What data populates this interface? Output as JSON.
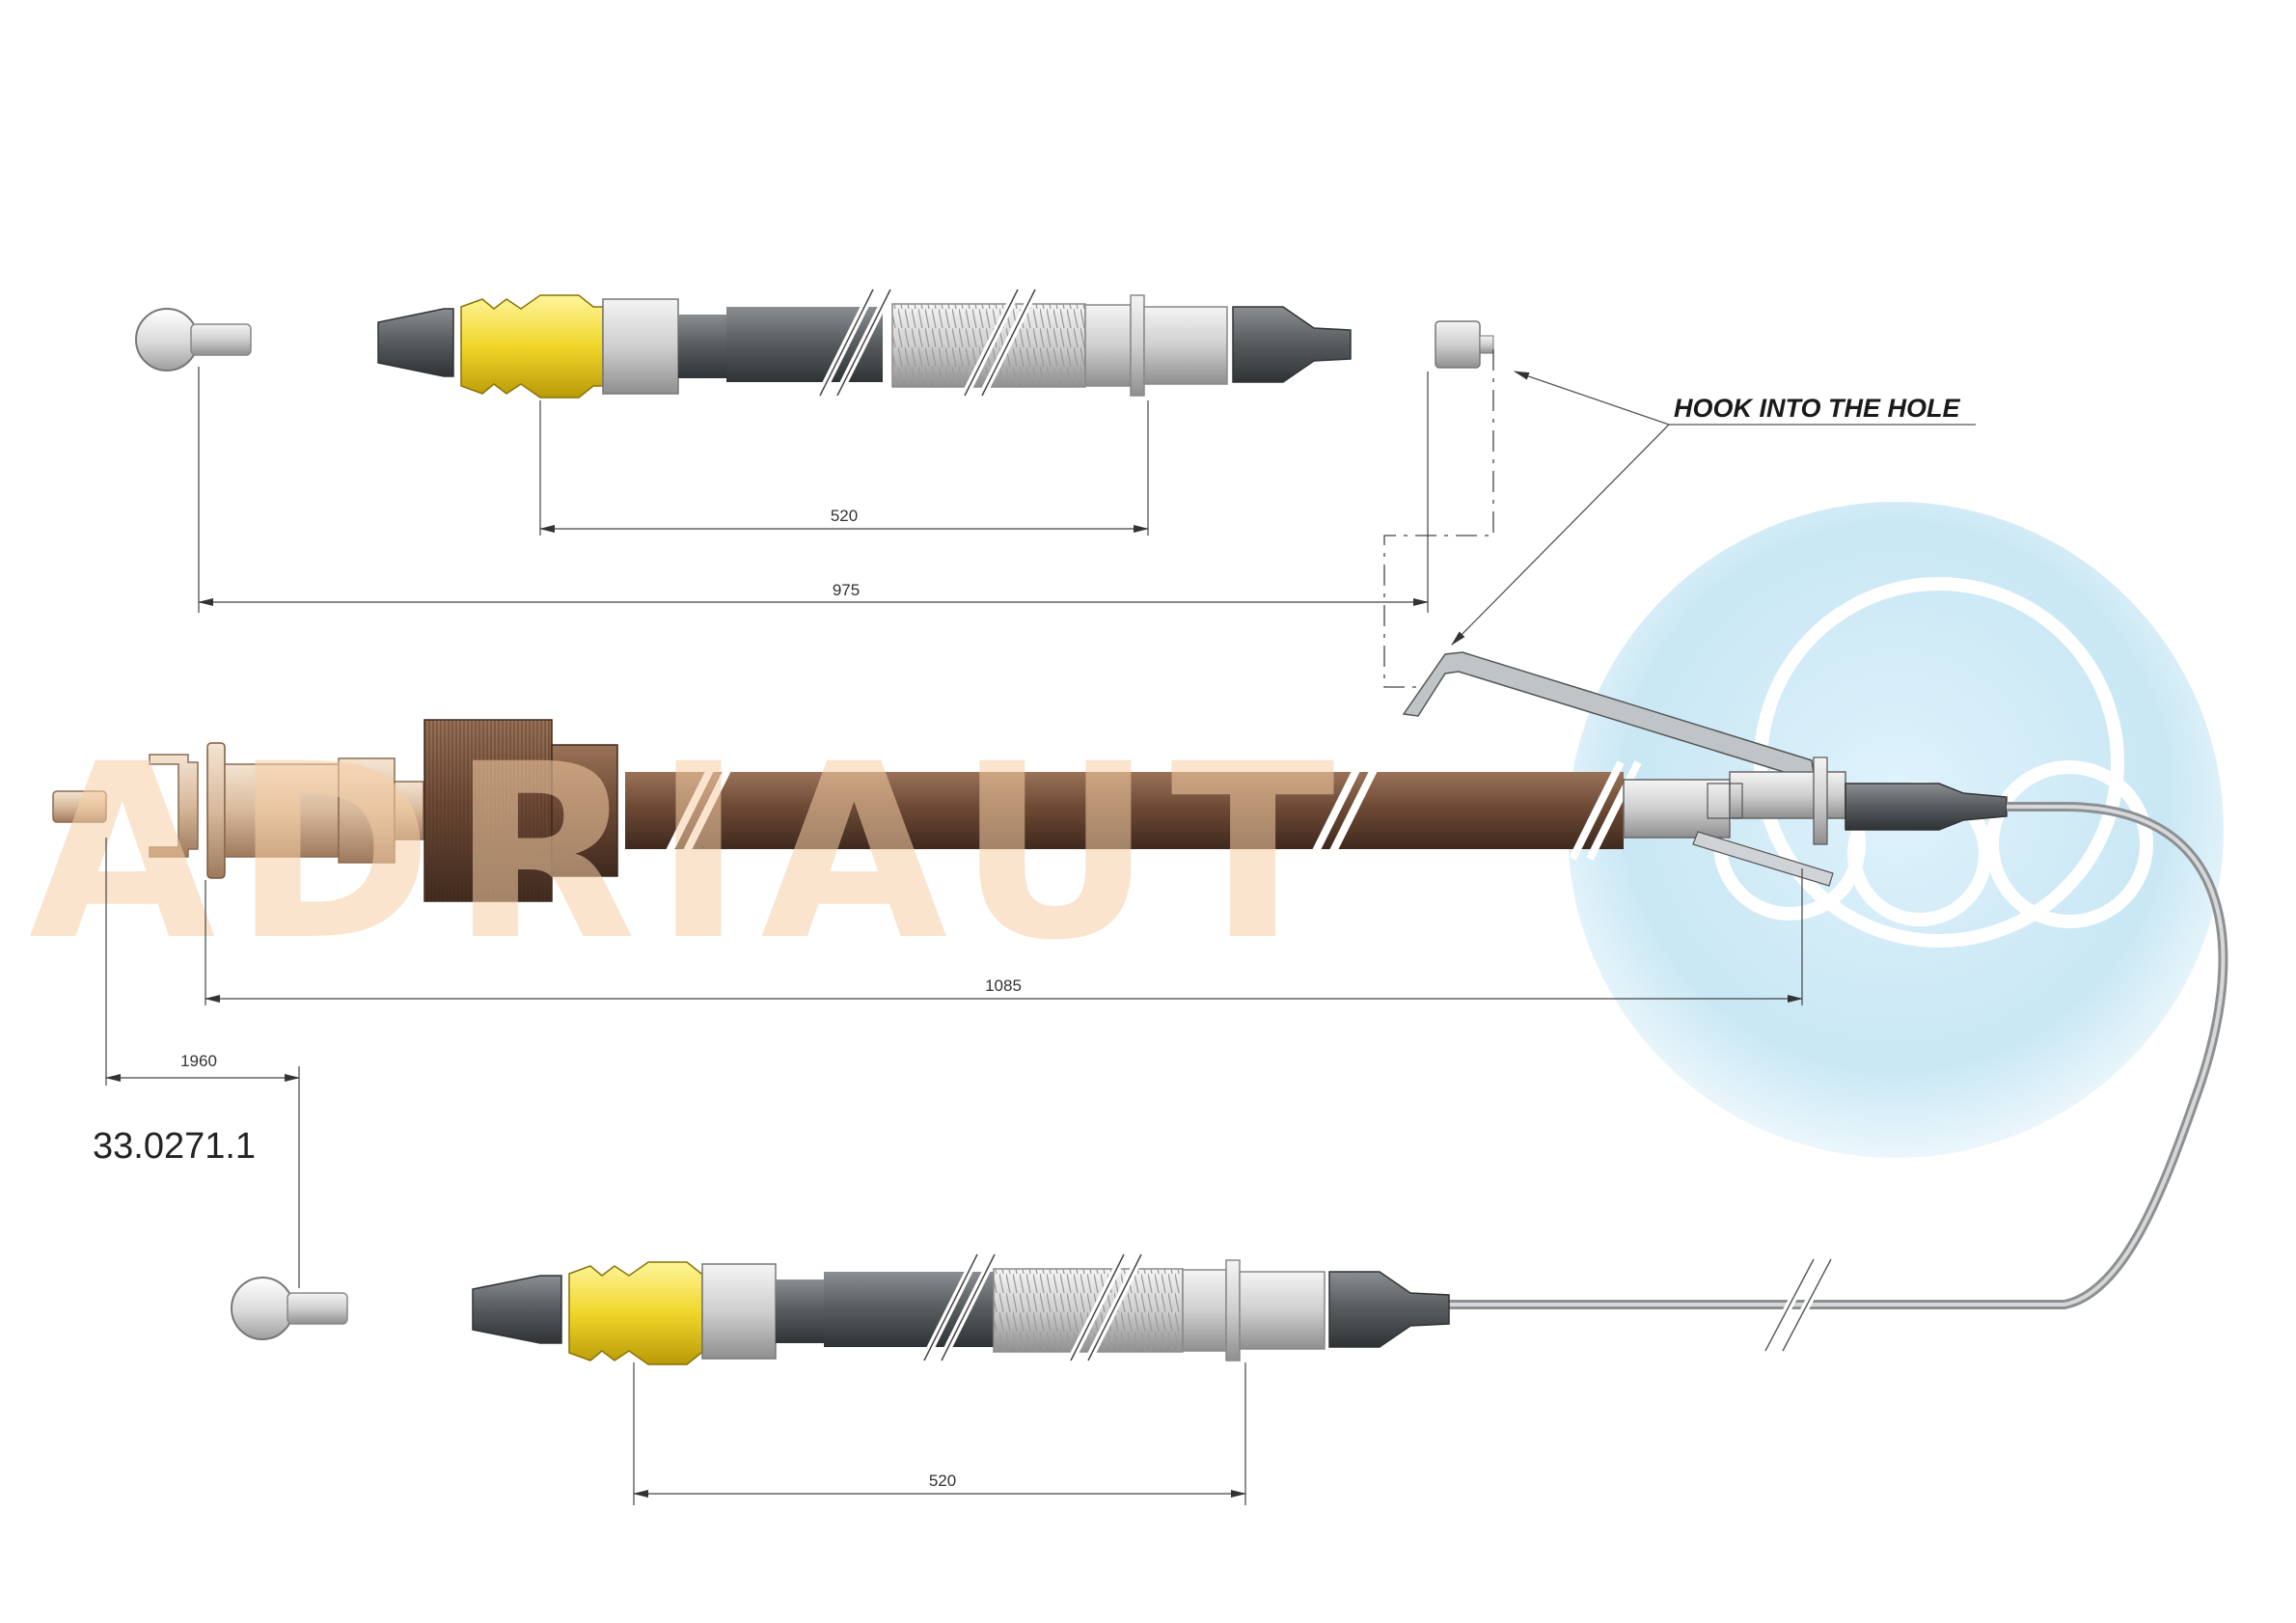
{
  "drawing": {
    "part_number": "33.0271.1",
    "callout": "HOOK INTO THE HOLE",
    "watermark": "ADRIAUT",
    "dimensions": {
      "top_short": "520",
      "top_total": "975",
      "middle": "1085",
      "offset": "1960",
      "bottom_short": "520"
    }
  },
  "colors": {
    "yellow_clip": "#f0d62a",
    "sheath_dark": "#555a5e",
    "sheath_brown": "#6e4a36",
    "wire_grey": "#9a9a9a",
    "watermark_orange": "#f7cfa6",
    "logo_blue": "#bfe3f2"
  }
}
